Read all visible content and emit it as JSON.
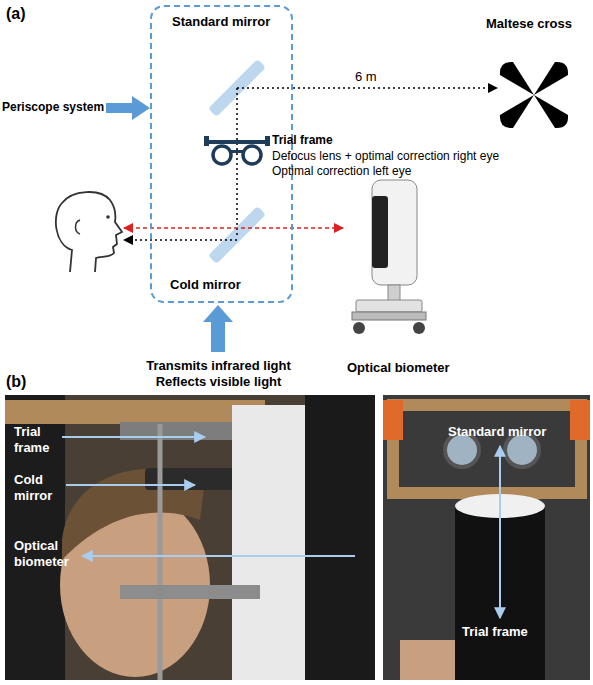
{
  "diagram": {
    "nodes": [
      {
        "text": [
          "Standard mirror",
          "Cold mirror"
        ]
      },
      {
        "text": [
          "Maltese cross"
        ]
      },
      {
        "text": [
          "Optical biometer"
        ]
      }
    ],
    "edges": [
      {
        "from": 0,
        "to": 1,
        "label": "6 m",
        "arrow": "to"
      }
    ],
    "labels": [
      "(a)",
      "Periscope system",
      "Trial frame",
      "Defocus lens + optimal correction right eye",
      "Optimal correction left eye",
      "Transmits infrared light Reflects visible light",
      "(b)",
      "Trial frame",
      "Cold mirror",
      "Optical biometer",
      "Standard mirror",
      "Trial frame"
    ]
  }
}
